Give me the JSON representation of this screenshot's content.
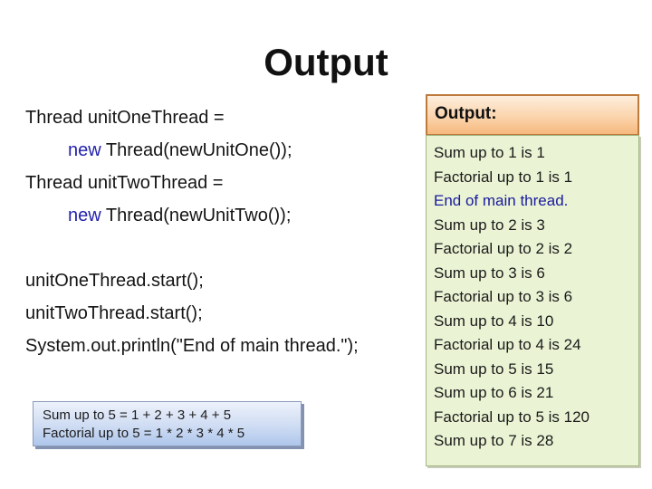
{
  "title": "Output",
  "code": {
    "lines": [
      {
        "type": "plain",
        "text": "Thread unitOneThread ="
      },
      {
        "type": "keyword",
        "keyword": "new",
        "rest": " Thread(newUnitOne());",
        "indent": true
      },
      {
        "type": "plain",
        "text": "Thread unitTwoThread ="
      },
      {
        "type": "keyword",
        "keyword": "new",
        "rest": " Thread(newUnitTwo());",
        "indent": true
      },
      {
        "type": "blank"
      },
      {
        "type": "plain",
        "text": "unitOneThread.start();"
      },
      {
        "type": "plain",
        "text": "unitTwoThread.start();"
      },
      {
        "type": "plain",
        "text": "System.out.println(\"End of main thread.\");"
      }
    ]
  },
  "note_box": {
    "lines": [
      "Sum up to 5 = 1 + 2 + 3 + 4 + 5",
      "Factorial up to 5 = 1 * 2 * 3 * 4 * 5"
    ]
  },
  "output_panel": {
    "header": "Output:",
    "lines": [
      {
        "text": "Sum up to 1 is 1",
        "color": "black"
      },
      {
        "text": "Factorial up to 1 is 1",
        "color": "black"
      },
      {
        "text": "End of main thread.",
        "color": "blue"
      },
      {
        "text": "Sum up to 2 is 3",
        "color": "black"
      },
      {
        "text": "Factorial up to 2 is 2",
        "color": "black"
      },
      {
        "text": "Sum up to 3 is 6",
        "color": "black"
      },
      {
        "text": "Factorial up to 3 is 6",
        "color": "black"
      },
      {
        "text": "Sum up to 4 is 10",
        "color": "black"
      },
      {
        "text": "Factorial up to 4 is 24",
        "color": "black"
      },
      {
        "text": "Sum up to 5 is 15",
        "color": "black"
      },
      {
        "text": "Sum up to 6 is 21",
        "color": "black"
      },
      {
        "text": "Factorial up to 5 is 120",
        "color": "black"
      },
      {
        "text": "Sum up to 7 is 28",
        "color": "black"
      }
    ]
  },
  "colors": {
    "keyword_blue": "#2222ae",
    "output_blue": "#1a1a9e",
    "header_border": "#bd7a3d",
    "header_gradient_top": "#fdeedd",
    "header_gradient_mid": "#fbd4ac",
    "header_gradient_bottom": "#f6b97e",
    "console_green": "#eaf4d4",
    "console_border": "#a3b581",
    "note_border": "#8c9cb8",
    "note_gradient_top": "#edf2fb",
    "note_gradient_mid": "#cfdcf3",
    "note_gradient_bottom": "#aec7ec"
  }
}
